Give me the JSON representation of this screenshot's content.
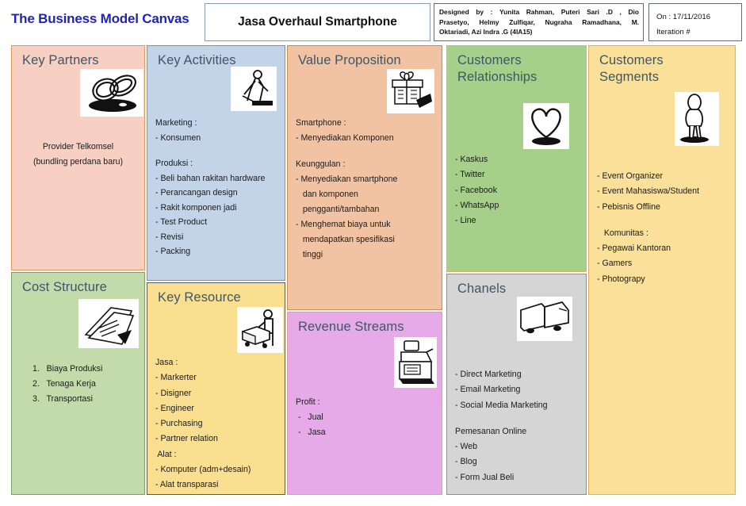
{
  "header": {
    "brand": "The Business Model Canvas",
    "project_title": "Jasa Overhaul Smartphone",
    "designed_label": "Designed by :",
    "designed_names": "Yunita Rahman, Puteri Sari .D , Dio Prasetyo, Helmy Zulfiqar, Nugraha Ramadhana, M. Oktariadi, Azi Indra .G (4IA15)",
    "designed_line1": "Designed  by  :  Yunita  Rahman,  Puteri  Sari .D ,  Dio",
    "designed_line2": "Prasetyo,  Helmy  Zulfiqar,  Nugraha  Ramadhana,  M.",
    "designed_line3": "Oktariadi, Azi Indra .G (4IA15)",
    "on_label": "On",
    "on_date": "On : 17/11/2016",
    "iteration": "Iteration #"
  },
  "panels": {
    "key_partners": {
      "title": "Key Partners",
      "icon": "interlocking-rings-icon",
      "lines": [
        "Provider Telkomsel",
        "(bundling perdana baru)"
      ],
      "color": "#f7cfc3"
    },
    "cost_structure": {
      "title": "Cost Structure",
      "icon": "documents-icon",
      "lines": [
        "1.   Biaya Produksi",
        "2.   Tenaga Kerja",
        "3.   Transportasi"
      ],
      "color": "#c3dbaa"
    },
    "key_activities": {
      "title": "Key Activities",
      "icon": "worker-mopping-icon",
      "lines": [
        "Marketing :",
        "- Konsumen",
        "",
        "Produksi :",
        "- Beli bahan rakitan hardware",
        "- Perancangan design",
        "- Rakit komponen jadi",
        "- Test Product",
        "- Revisi",
        "- Packing"
      ],
      "color": "#c3d3e8"
    },
    "key_resource": {
      "title": "Key Resource",
      "icon": "worker-pallet-jack-icon",
      "lines": [
        "Jasa :",
        "- Markerter",
        "- Disigner",
        "- Engineer",
        "- Purchasing",
        "- Partner relation",
        " Alat :",
        "- Komputer (adm+desain)",
        "- Alat transparasi"
      ],
      "color": "#fbdf91"
    },
    "value_proposition": {
      "title": "Value Proposition",
      "icon": "gift-box-icon",
      "lines": [
        "Smartphone :",
        "- Menyediakan Komponen",
        "",
        "Keunggulan :",
        "- Menyediakan smartphone",
        "   dan komponen",
        "   pengganti/tambahan",
        "- Menghemat biaya untuk",
        "   mendapatkan spesifikasi",
        "   tinggi"
      ],
      "color": "#f2c3a2"
    },
    "revenue_streams": {
      "title": "Revenue Streams",
      "icon": "cash-register-icon",
      "lines": [
        "Profit :",
        " -   Jual",
        " -   Jasa"
      ],
      "color": "#e6aae8"
    },
    "customers_relationships": {
      "title": "Customers\nRelationships",
      "icon": "heart-icon",
      "lines": [
        "- Kaskus",
        "- Twitter",
        "- Facebook",
        "- WhatsApp",
        "- Line"
      ],
      "color": "#a6d08a"
    },
    "chanels": {
      "title": "Chanels",
      "icon": "delivery-truck-icon",
      "lines": [
        "- Direct Marketing",
        "- Email Marketing",
        "- Social Media Marketing",
        "",
        "Pemesanan Online",
        "- Web",
        "- Blog",
        "- Form Jual Beli"
      ],
      "color": "#d5d5d5"
    },
    "customers_segments": {
      "title": "Customers\nSegments",
      "icon": "standing-person-icon",
      "lines": [
        "- Event Organizer",
        "- Event Mahasiswa/Student",
        "- Pebisnis Offline",
        "",
        "   Komunitas :",
        "- Pegawai Kantoran",
        "- Gamers",
        "- Photograpy"
      ],
      "color": "#fbe09a"
    }
  }
}
